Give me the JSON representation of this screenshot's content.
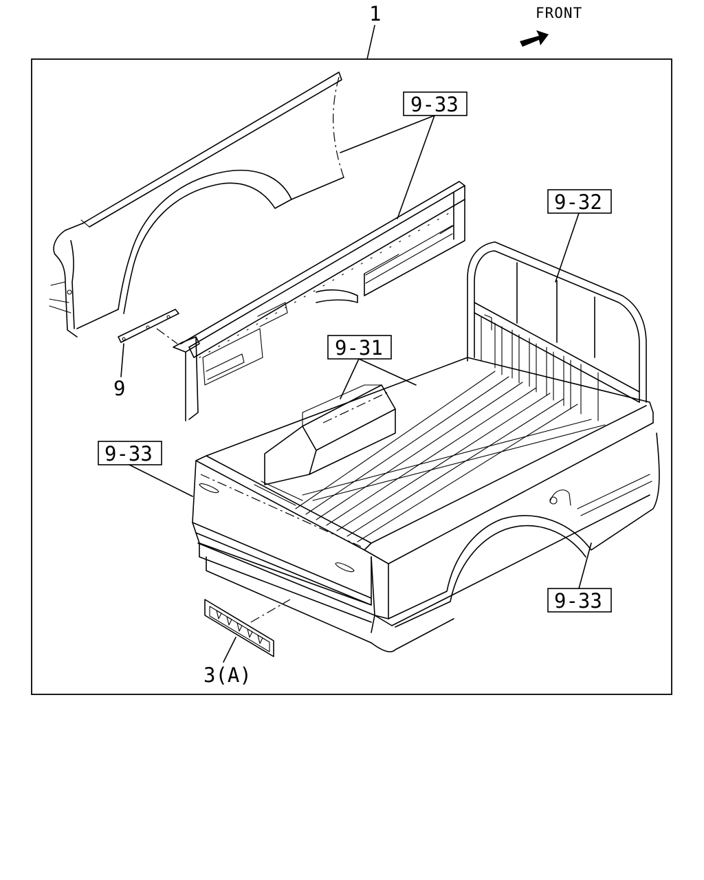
{
  "callouts": {
    "assembly": "1",
    "front": "FRONT",
    "outer_panel_left": "9-33",
    "header_frame": "9-32",
    "wheel_housing": "9-31",
    "outer_panel_right_upper": "9-33",
    "outer_panel_right_lower": "9-33",
    "bracket": "9",
    "label_plate": "3(A)"
  },
  "colors": {
    "line": "#000000",
    "background": "#ffffff"
  }
}
